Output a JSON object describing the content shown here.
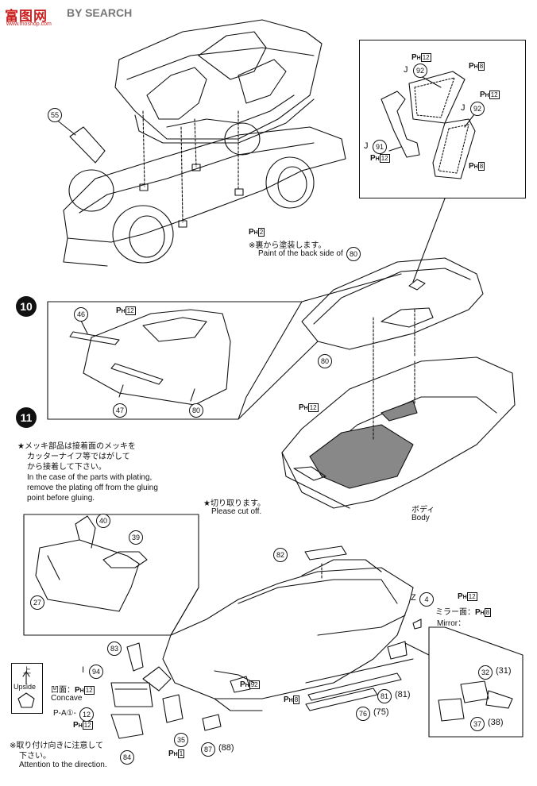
{
  "watermark": {
    "logo_text": "富图网",
    "subtitle": "BY SEARCH",
    "url": "www.moshop.com"
  },
  "steps": [
    "10",
    "11"
  ],
  "part_numbers": {
    "p55": "55",
    "p91": "91",
    "p92a": "92",
    "p92b": "92",
    "p46": "46",
    "p47": "47",
    "p80a": "80",
    "p80b": "80",
    "p80c": "80",
    "p40": "40",
    "p39": "39",
    "p27": "27",
    "p82": "82",
    "p83": "83",
    "p94": "94",
    "p12": "12",
    "p84": "84",
    "p35": "35",
    "p87": "87",
    "p88": "(88)",
    "p76": "76",
    "p75": "(75)",
    "p81": "81",
    "p81b": "(81)",
    "p4": "4",
    "p32": "32",
    "p31": "(31)",
    "p37": "37",
    "p38": "(38)"
  },
  "paint_codes": {
    "ph": "P",
    "ph_sub": "H",
    "n12": "12",
    "n8": "8",
    "n2": "2",
    "n1": "1",
    "n92": "92"
  },
  "labels": {
    "j92_letter": "J",
    "j91_letter": "J",
    "back_paint_jp": "※裏から塗装します。",
    "back_paint_en": "Paint of the back side of",
    "plating_jp_1": "★メッキ部品は接着面のメッキを",
    "plating_jp_2": "カッターナイフ等ではがして",
    "plating_jp_3": "から接着して下さい。",
    "plating_en_1": "In the case of the parts with plating,",
    "plating_en_2": "remove the plating off from the gluing",
    "plating_en_3": "point before gluing.",
    "cut_jp": "★切り取ります。",
    "cut_en": "Please cut off.",
    "body_jp": "ボディ",
    "body_en": "Body",
    "z_letter": "Z",
    "mirror_face_jp": "ミラー面：",
    "mirror_en": "Mirror：",
    "i_letter": "I",
    "concave_jp": "凹面：",
    "concave_en": "Concave",
    "pa_prefix": "P-A",
    "pa_one": "①-",
    "upside_jp": "上",
    "upside_en": "Upside",
    "attention_jp_1": "※取り付け向きに注意して",
    "attention_jp_2": "下さい。",
    "attention_en": "Attention to the direction."
  }
}
